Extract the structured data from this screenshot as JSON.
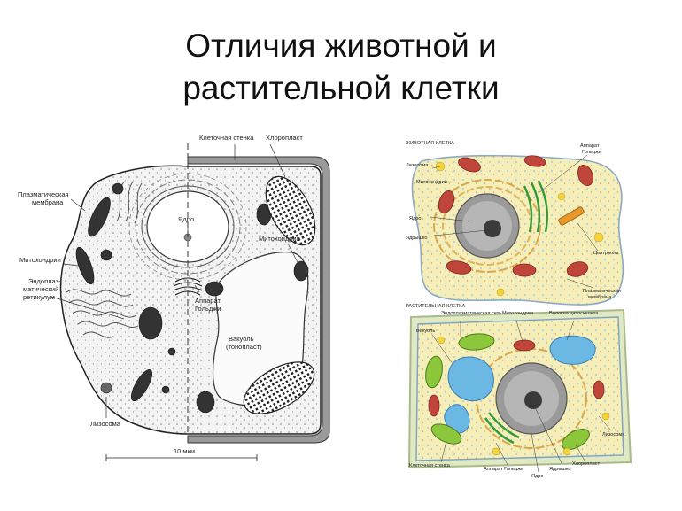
{
  "slide": {
    "title_line1": "Отличия животной и",
    "title_line2": "растительной клетки"
  },
  "left_diagram": {
    "labels": {
      "cell_wall": "Клеточная стенка",
      "chloroplast": "Хлоропласт",
      "plasma_membrane_1": "Плазматическая",
      "plasma_membrane_2": "мембрана",
      "nucleus": "Ядро",
      "mitochondria_left": "Митохондрии",
      "mitochondria_right": "Митохондрии",
      "er_1": "Эндоплаз-",
      "er_2": "матический",
      "er_3": "ретикулум",
      "golgi_1": "Аппарат",
      "golgi_2": "Гольджи",
      "vacuole_1": "Вакуоль",
      "vacuole_2": "(тонопласт)",
      "lysosome": "Лизосома",
      "scale": "10 мкм"
    }
  },
  "right_diagram": {
    "animal": {
      "header": "ЖИВОТНАЯ КЛЕТКА",
      "golgi_1": "Аппарат",
      "golgi_2": "Гольджи",
      "lysosome": "Лизосома",
      "mitochondria": "Митохондрии",
      "nucleus": "Ядро",
      "nucleolus": "Ядрышко",
      "centrioles": "Центриоли",
      "plasma_1": "Плазматическая",
      "plasma_2": "мембрана"
    },
    "plant": {
      "header": "РАСТИТЕЛЬНАЯ КЛЕТКА",
      "er": "Эндоплазматическая сеть",
      "mitochondria": "Митохондрии",
      "cytoskeleton": "Волокна цитоскелета",
      "vacuole": "Вакуоль",
      "lysosome": "Лизосома",
      "cell_wall": "Клеточная стенка",
      "golgi": "Аппарат Гольджи",
      "nucleus": "Ядро",
      "nucleolus": "Ядрышко",
      "chloroplast": "Хлоропласт"
    }
  }
}
